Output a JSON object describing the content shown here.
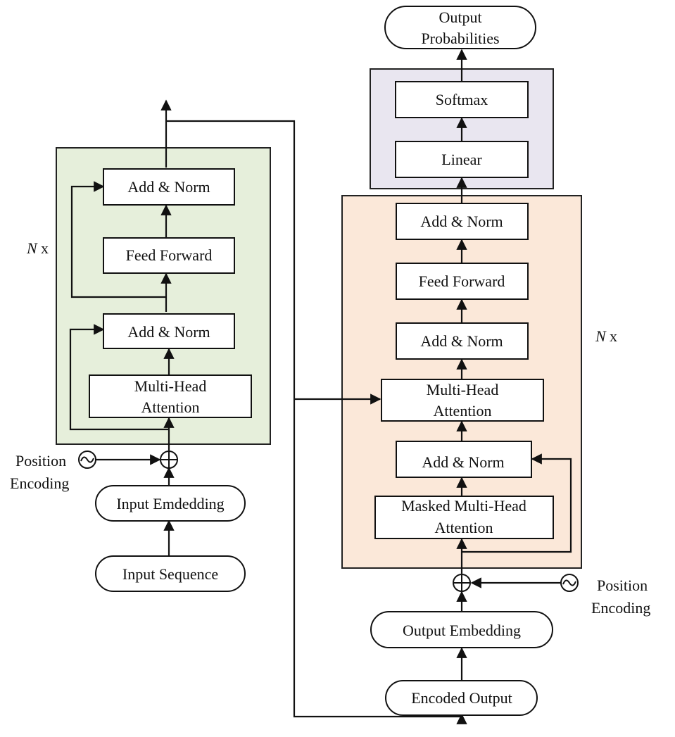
{
  "colors": {
    "encoder_panel": "#e6efdb",
    "decoder_panel": "#fbe8d9",
    "output_panel": "#e9e6f0"
  },
  "encoder": {
    "repeat_var": "N",
    "repeat_x": "x",
    "add_norm_top": "Add & Norm",
    "feed_forward": "Feed Forward",
    "add_norm_bottom": "Add & Norm",
    "attention_line1": "Multi-Head",
    "attention_line2": "Attention",
    "position_line1": "Position",
    "position_line2": "Encoding",
    "input_embedding": "Input Emdedding",
    "input_sequence": "Input Sequence"
  },
  "decoder": {
    "repeat_var": "N",
    "repeat_x": "x",
    "add_norm_top": "Add & Norm",
    "feed_forward": "Feed Forward",
    "add_norm_mid": "Add & Norm",
    "attention_line1": "Multi-Head",
    "attention_line2": "Attention",
    "add_norm_bottom": "Add & Norm",
    "masked_line1": "Masked Multi-Head",
    "masked_line2": "Attention",
    "position_line1": "Position",
    "position_line2": "Encoding",
    "output_embedding": "Output Embedding",
    "encoded_output": "Encoded Output"
  },
  "output_head": {
    "softmax": "Softmax",
    "linear": "Linear",
    "probs_line1": "Output",
    "probs_line2": "Probabilities"
  }
}
